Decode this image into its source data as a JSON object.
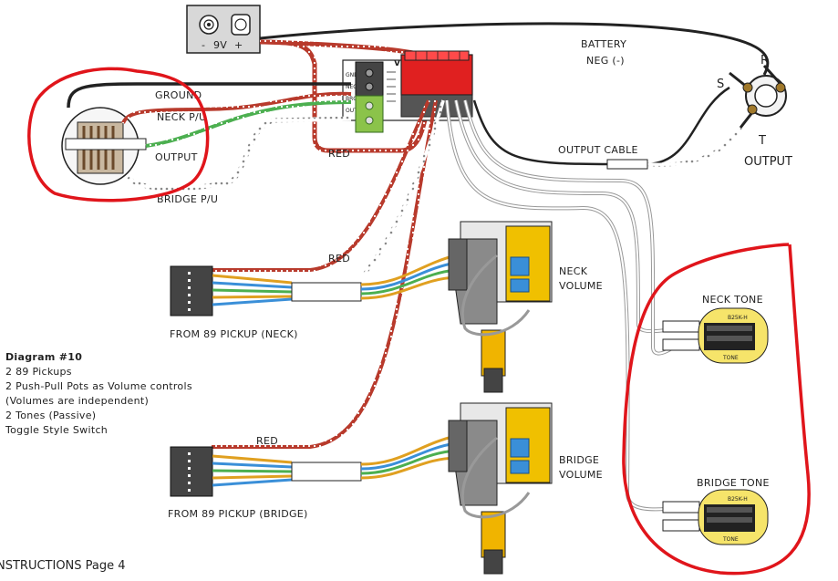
{
  "battery": {
    "label_minus": "-",
    "label_voltage": "9V",
    "label_plus": "+",
    "neg_line1": "BATTERY",
    "neg_line2": "NEG (-)"
  },
  "preamp": {
    "v_plus_label": "V+",
    "side_labels": [
      "GND",
      "NECK",
      "BRG",
      "OUT"
    ]
  },
  "jack_labels": {
    "ground": "GROUND",
    "neck_pu": "NECK P/U",
    "output": "OUTPUT",
    "bridge_pu": "BRIDGE P/U"
  },
  "wires": {
    "red_top": "RED",
    "red_mid": "RED",
    "red_low": "RED",
    "output_cable": "OUTPUT CABLE"
  },
  "output_jack": {
    "r": "R",
    "s": "S",
    "t": "T",
    "label": "OUTPUT"
  },
  "pickups": {
    "neck_label": "FROM 89 PICKUP (NECK)",
    "bridge_label": "FROM 89 PICKUP (BRIDGE)"
  },
  "pots": {
    "neck_vol_line1": "NECK",
    "neck_vol_line2": "VOLUME",
    "bridge_vol_line1": "BRIDGE",
    "bridge_vol_line2": "VOLUME",
    "neck_tone": "NECK TONE",
    "bridge_tone": "BRIDGE TONE",
    "tone_pcb_text": "TONE",
    "tone_pcb_code": "B25K-H"
  },
  "notes": {
    "title": "Diagram #10",
    "lines": [
      "2 89 Pickups",
      "2 Push-Pull Pots as Volume controls",
      "(Volumes are independent)",
      "2 Tones (Passive)",
      "Toggle Style Switch"
    ]
  },
  "footer": "NSTRUCTIONS Page 4",
  "colors": {
    "annotation_red": "#e0151b",
    "wire_red": "#c0392b",
    "wire_green": "#4caf50",
    "wire_black": "#222222",
    "connector_red": "#e02020",
    "pot_yellow": "#f0b400",
    "pot_switch_blue": "#3a8fd8"
  }
}
